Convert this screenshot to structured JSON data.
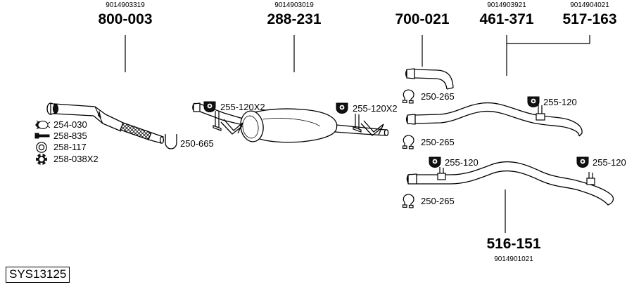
{
  "diagram": {
    "system_code": "SYS13125",
    "headers": [
      {
        "part": "800-003",
        "oem": "9014903319"
      },
      {
        "part": "288-231",
        "oem": "9014903019"
      },
      {
        "part": "700-021",
        "oem": ""
      },
      {
        "part": "461-371",
        "oem": "9014903921"
      },
      {
        "part": "517-163",
        "oem": "9014904021"
      }
    ],
    "footer_label": {
      "part": "516-151",
      "oem": "9014901021"
    },
    "front_pipe_accessories": [
      {
        "code": "254-030",
        "icon": "clamp-icon"
      },
      {
        "code": "258-835",
        "icon": "bolt-icon"
      },
      {
        "code": "258-117",
        "icon": "washer-icon"
      },
      {
        "code": "258-038X2",
        "icon": "gasket-icon"
      }
    ],
    "callouts": [
      {
        "id": "c1",
        "code": "250-665",
        "icon": "hanger-hook-icon"
      },
      {
        "id": "c2",
        "code": "255-120X2",
        "icon": "rubber-mount-icon"
      },
      {
        "id": "c3",
        "code": "255-120X2",
        "icon": "rubber-mount-icon"
      },
      {
        "id": "c4",
        "code": "250-265",
        "icon": "pipe-clamp-icon"
      },
      {
        "id": "c5",
        "code": "250-265",
        "icon": "pipe-clamp-icon"
      },
      {
        "id": "c6",
        "code": "255-120",
        "icon": "rubber-mount-icon"
      },
      {
        "id": "c7",
        "code": "255-120",
        "icon": "rubber-mount-icon"
      },
      {
        "id": "c8",
        "code": "255-120",
        "icon": "rubber-mount-icon"
      },
      {
        "id": "c9",
        "code": "250-265",
        "icon": "pipe-clamp-icon"
      }
    ],
    "colors": {
      "line": "#000000",
      "fill": "#ffffff",
      "text": "#000000",
      "background": "#ffffff"
    }
  }
}
